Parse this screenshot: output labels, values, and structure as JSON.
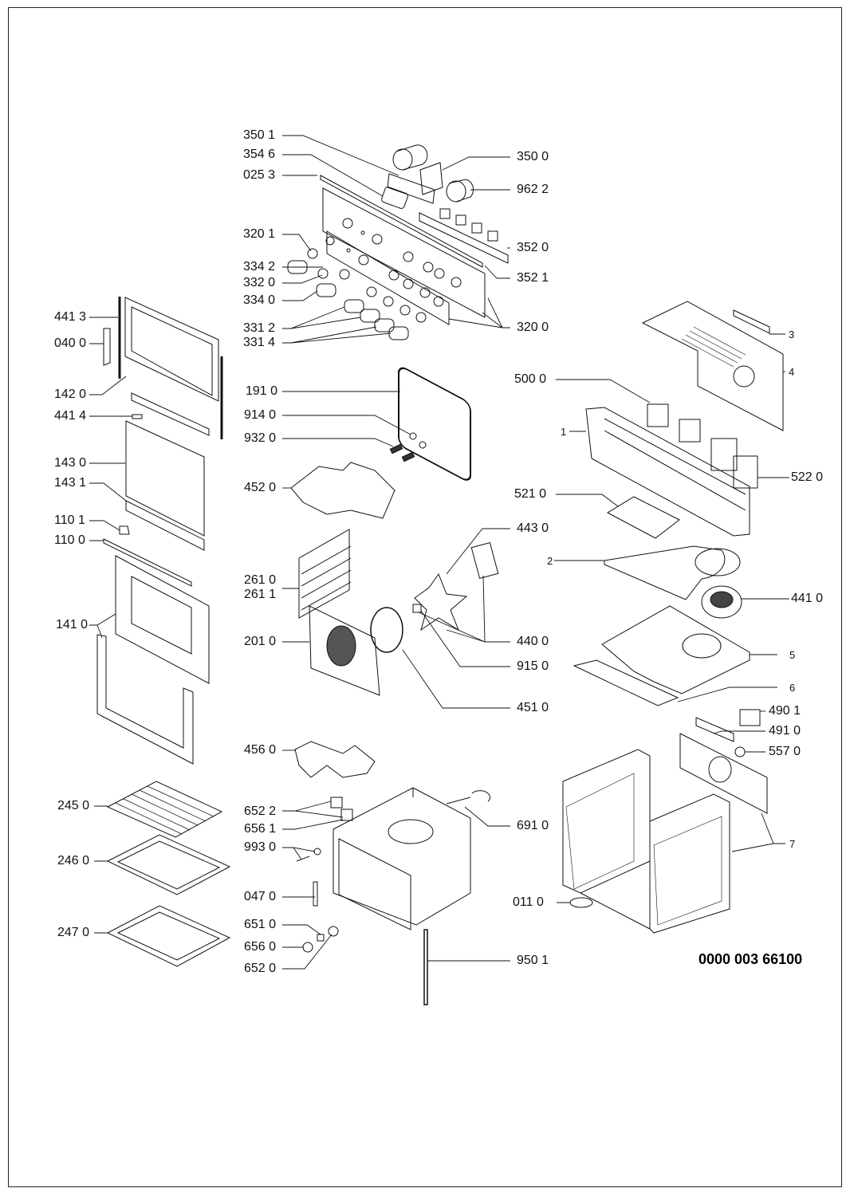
{
  "document": {
    "type": "exploded parts diagram",
    "subject": "built-in oven",
    "document_number": "0000 003 66100"
  },
  "groups": {
    "control_panel": {
      "labels": [
        "350 1",
        "354 6",
        "025 3",
        "320 1",
        "334 2",
        "332 0",
        "334 0",
        "331 2",
        "331 4",
        "350 0",
        "962 2",
        "352 0",
        "352 1",
        "320 0"
      ]
    },
    "door": {
      "labels": [
        "441 3",
        "040 0",
        "142 0",
        "441 4",
        "143 0",
        "143 1",
        "110 1",
        "110 0",
        "141 0"
      ]
    },
    "accessories": {
      "labels": [
        "245 0",
        "246 0",
        "247 0"
      ]
    },
    "cavity_parts": {
      "labels": [
        "191 0",
        "914 0",
        "932 0",
        "452 0",
        "261 0",
        "261 1",
        "201 0",
        "443 0",
        "440 0",
        "915 0",
        "451 0",
        "456 0",
        "652 2",
        "656 1",
        "993 0",
        "047 0",
        "651 0",
        "656 0",
        "652 0",
        "691 0",
        "950 1"
      ]
    },
    "housing": {
      "labels": [
        "3",
        "4",
        "500 0",
        "1",
        "522 0",
        "521 0",
        "2",
        "441 0",
        "5",
        "6",
        "490 1",
        "491 0",
        "557 0",
        "7",
        "011 0"
      ]
    }
  },
  "callouts": [
    {
      "id": "350 1"
    },
    {
      "id": "354 6"
    },
    {
      "id": "025 3"
    },
    {
      "id": "320 1"
    },
    {
      "id": "334 2"
    },
    {
      "id": "332 0"
    },
    {
      "id": "334 0"
    },
    {
      "id": "331 2"
    },
    {
      "id": "331 4"
    },
    {
      "id": "350 0"
    },
    {
      "id": "962 2"
    },
    {
      "id": "352 0"
    },
    {
      "id": "352 1"
    },
    {
      "id": "320 0"
    },
    {
      "id": "441 3"
    },
    {
      "id": "040 0"
    },
    {
      "id": "142 0"
    },
    {
      "id": "441 4"
    },
    {
      "id": "143 0"
    },
    {
      "id": "143 1"
    },
    {
      "id": "110 1"
    },
    {
      "id": "110 0"
    },
    {
      "id": "141 0"
    },
    {
      "id": "245 0"
    },
    {
      "id": "246 0"
    },
    {
      "id": "247 0"
    },
    {
      "id": "191 0"
    },
    {
      "id": "914 0"
    },
    {
      "id": "932 0"
    },
    {
      "id": "452 0"
    },
    {
      "id": "261 0"
    },
    {
      "id": "261 1"
    },
    {
      "id": "201 0"
    },
    {
      "id": "443 0"
    },
    {
      "id": "440 0"
    },
    {
      "id": "915 0"
    },
    {
      "id": "451 0"
    },
    {
      "id": "456 0"
    },
    {
      "id": "652 2"
    },
    {
      "id": "656 1"
    },
    {
      "id": "993 0"
    },
    {
      "id": "047 0"
    },
    {
      "id": "651 0"
    },
    {
      "id": "656 0"
    },
    {
      "id": "652 0"
    },
    {
      "id": "691 0"
    },
    {
      "id": "950 1"
    },
    {
      "id": "3"
    },
    {
      "id": "4"
    },
    {
      "id": "500 0"
    },
    {
      "id": "1"
    },
    {
      "id": "522 0"
    },
    {
      "id": "521 0"
    },
    {
      "id": "2"
    },
    {
      "id": "441 0"
    },
    {
      "id": "5"
    },
    {
      "id": "6"
    },
    {
      "id": "490 1"
    },
    {
      "id": "491 0"
    },
    {
      "id": "557 0"
    },
    {
      "id": "7"
    },
    {
      "id": "011 0"
    }
  ]
}
